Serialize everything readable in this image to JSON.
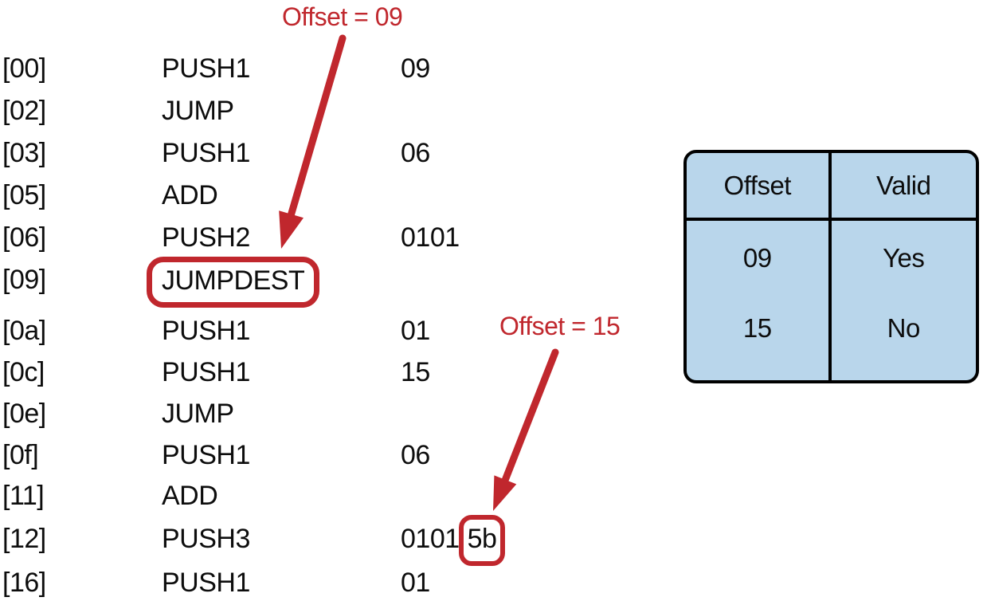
{
  "palette": {
    "red": "#c0272d",
    "table_fill": "#b9d6eb",
    "ink": "#0d0d0d"
  },
  "annotations": {
    "jumpdest_label": "Offset = 09",
    "invalid_label": "Offset = 15"
  },
  "disassembly": {
    "rows": [
      {
        "offset": "[00]",
        "opcode": "PUSH1",
        "operand": "09"
      },
      {
        "offset": "[02]",
        "opcode": "JUMP",
        "operand": ""
      },
      {
        "offset": "[03]",
        "opcode": "PUSH1",
        "operand": "06"
      },
      {
        "offset": "[05]",
        "opcode": "ADD",
        "operand": ""
      },
      {
        "offset": "[06]",
        "opcode": "PUSH2",
        "operand": "0101"
      },
      {
        "offset": "[09]",
        "opcode": "JUMPDEST",
        "operand": ""
      },
      {
        "offset": "[0a]",
        "opcode": "PUSH1",
        "operand": "01"
      },
      {
        "offset": "[0c]",
        "opcode": "PUSH1",
        "operand": "15"
      },
      {
        "offset": "[0e]",
        "opcode": "JUMP",
        "operand": ""
      },
      {
        "offset": "[0f]",
        "opcode": "PUSH1",
        "operand": "06"
      },
      {
        "offset": "[11]",
        "opcode": "ADD",
        "operand": ""
      },
      {
        "offset": "[12]",
        "opcode": "PUSH3",
        "operand": "0101",
        "operand_circled": "5b"
      },
      {
        "offset": "[16]",
        "opcode": "PUSH1",
        "operand": "01"
      }
    ]
  },
  "validity_table": {
    "headers": [
      "Offset",
      "Valid"
    ],
    "rows": [
      {
        "offset": "09",
        "valid": "Yes"
      },
      {
        "offset": "15",
        "valid": "No"
      }
    ]
  }
}
